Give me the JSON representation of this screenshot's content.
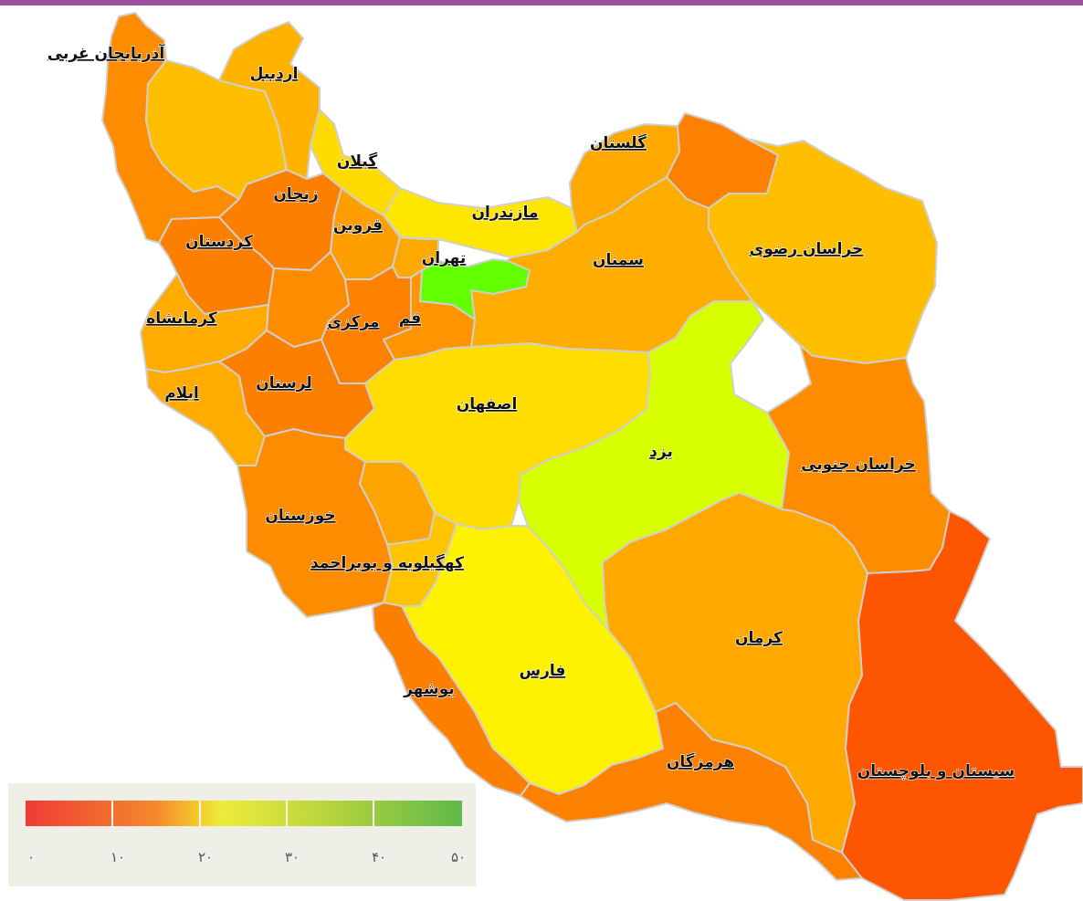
{
  "colors": {
    "topbar": "#9b4f9e",
    "border": "#cfcfcf",
    "legend_background": "#efefe8"
  },
  "provinces": [
    {
      "id": "west-azerbaijan",
      "name": "آذربایجان غربی",
      "color": "#fd8c00"
    },
    {
      "id": "ardabil",
      "name": "اردبیل",
      "color": "#ffb300"
    },
    {
      "id": "east-azerbaijan",
      "name": "",
      "color": "#ffbf00"
    },
    {
      "id": "gilan",
      "name": "گیلان",
      "color": "#ffdb00"
    },
    {
      "id": "zanjan",
      "name": "زنجان",
      "color": "#fd7f00"
    },
    {
      "id": "qazvin",
      "name": "قزوین",
      "color": "#fe9e00"
    },
    {
      "id": "kurdistan",
      "name": "کردستان",
      "color": "#fd7f00"
    },
    {
      "id": "mazandaran",
      "name": "مازندران",
      "color": "#ffe600"
    },
    {
      "id": "golestan",
      "name": "گلستان",
      "color": "#fea800"
    },
    {
      "id": "north-khorasan",
      "name": "",
      "color": "#fd8100"
    },
    {
      "id": "razavi-khorasan",
      "name": "خراسان رضوی",
      "color": "#ffbf00"
    },
    {
      "id": "tehran",
      "name": "تهران",
      "color": "#62ff00"
    },
    {
      "id": "alborz",
      "name": "",
      "color": "#ffa800"
    },
    {
      "id": "semnan",
      "name": "سمنان",
      "color": "#ffad00"
    },
    {
      "id": "kermanshah",
      "name": "کرمانشاه",
      "color": "#ffab00"
    },
    {
      "id": "hamadan",
      "name": "",
      "color": "#fd8c00"
    },
    {
      "id": "markazi",
      "name": "مرکزی",
      "color": "#fd8100"
    },
    {
      "id": "qom",
      "name": "قم",
      "color": "#fe9500"
    },
    {
      "id": "ilam",
      "name": "ایلام",
      "color": "#ffab00"
    },
    {
      "id": "lorestan",
      "name": "لرستان",
      "color": "#fd7f00"
    },
    {
      "id": "isfahan",
      "name": "اصفهان",
      "color": "#ffdd00"
    },
    {
      "id": "yazd",
      "name": "یزد",
      "color": "#d8ff00"
    },
    {
      "id": "south-khorasan",
      "name": "خراسان جنوبی",
      "color": "#fd8c00"
    },
    {
      "id": "khuzestan",
      "name": "خوزستان",
      "color": "#fd8c00"
    },
    {
      "id": "chaharmahal",
      "name": "",
      "color": "#fea400"
    },
    {
      "id": "kohgiluyeh",
      "name": "کهگیلویه و بویراحمد",
      "color": "#ffc400"
    },
    {
      "id": "fars",
      "name": "فارس",
      "color": "#fff200"
    },
    {
      "id": "bushehr",
      "name": "بوشهر",
      "color": "#fd7f00"
    },
    {
      "id": "kerman",
      "name": "کرمان",
      "color": "#ffa800"
    },
    {
      "id": "hormozgan",
      "name": "هرمزگان",
      "color": "#fd8100"
    },
    {
      "id": "sistan",
      "name": "سیستان و بلوچستان",
      "color": "#fe5500"
    }
  ],
  "legend": {
    "ticks": [
      "۰",
      "۱۰",
      "۲۰",
      "۳۰",
      "۴۰",
      "۵۰"
    ],
    "min": 0,
    "max": 50,
    "gradient": [
      "#ef3b36",
      "#f4892b",
      "#f3cf2b",
      "#ecec3a",
      "#b5d43c",
      "#5fb84a"
    ]
  }
}
